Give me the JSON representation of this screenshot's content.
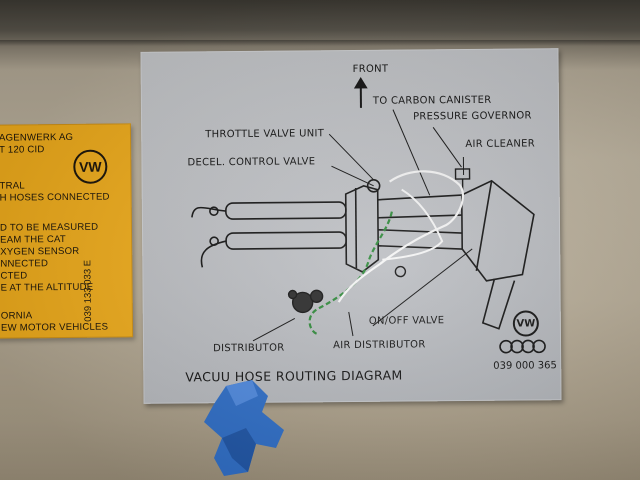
{
  "yellow_label": {
    "lines": [
      "AGENWERK AG",
      "T 120 CID",
      "",
      "TRAL",
      "H HOSES CONNECTED",
      "",
      "D TO BE MEASURED",
      "EAM THE CAT",
      "XYGEN SENSOR",
      "NNECTED",
      "CTED",
      "E AT THE ALTITUDE",
      "ORNIA",
      "EW MOTOR VEHICLES"
    ],
    "logo": "VW",
    "vertical_code": "039 133 033 E"
  },
  "diagram": {
    "front": "FRONT",
    "labels": {
      "carbon_canister": "TO CARBON CANISTER",
      "pressure_governor": "PRESSURE GOVERNOR",
      "throttle_valve": "THROTTLE VALVE UNIT",
      "air_cleaner": "AIR CLEANER",
      "decel_valve": "DECEL. CONTROL VALVE",
      "on_off_valve": "ON/OFF VALVE",
      "distributor": "DISTRIBUTOR",
      "air_distributor": "AIR DISTRIBUTOR"
    },
    "title": "VACUU  HOSE ROUTING DIAGRAM",
    "part_number": "039 000 365",
    "logo": "VW"
  },
  "colors": {
    "yellow_label": "#f2ae1c",
    "diagram_label": "#c3c5c9",
    "green_hose": "#2f8a3a",
    "white_hose": "#f4f4f4",
    "tape": "#2f6fc9"
  }
}
